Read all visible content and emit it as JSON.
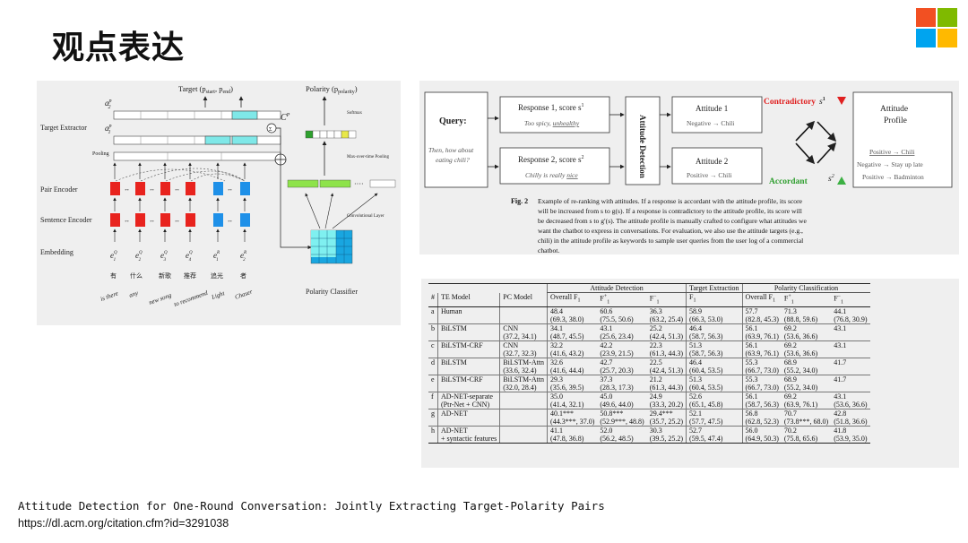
{
  "slide": {
    "title": "观点表达",
    "caption": "Attitude Detection for One-Round Conversation: Jointly Extracting Target-Polarity Pairs",
    "url": "https://dl.acm.org/citation.cfm?id=3291038"
  },
  "logo": {
    "icon": "microsoft-logo-icon",
    "colors": [
      "#f25022",
      "#7fba00",
      "#00a4ef",
      "#ffb900"
    ]
  },
  "diagram1": {
    "target_label": "Target (p",
    "target_sub1": "start",
    "target_mid": ", p",
    "target_sub2": "end",
    "target_close": ")",
    "polarity_label": "Polarity (p",
    "polarity_sub": "polarity",
    "polarity_close": ")",
    "a2": "a",
    "a1": "a",
    "cp": "C",
    "target_extractor": "Target Extractor",
    "pooling": "Pooling",
    "pair_encoder": "Pair  Encoder",
    "sentence_encoder": "Sentence Encoder",
    "embedding": "Embedding",
    "softmax": "Softmax",
    "max_pooling": "Max-over-time Pooling",
    "conv_layer": "Convolutional  Layer",
    "polarity_classifier": "Polarity Classifier",
    "emb_labels": [
      "e",
      "e",
      "e",
      "e",
      "e",
      "e"
    ],
    "emb_sups": [
      "Q",
      "Q",
      "Q",
      "Q",
      "R",
      "R"
    ],
    "emb_subs": [
      "1",
      "2",
      "3",
      "4",
      "1",
      "2"
    ],
    "zh_words": [
      "有",
      "什么",
      "新歌",
      "推荐",
      "追光",
      "者"
    ],
    "en_words": [
      "is there",
      "any",
      "new song",
      "to recommend",
      "Light",
      "Chaser"
    ],
    "colors": {
      "red": "#e8231e",
      "blue": "#1e90e8",
      "cyan": "#7fe8e8",
      "green": "#8ee34a",
      "yellow": "#e8e84a",
      "grid": "#19a6e0"
    }
  },
  "diagram2": {
    "query_label": "Query:",
    "query_text": "Then, how about eating chili?",
    "response1": "Response 1, score s",
    "response1_sup": "1",
    "response1_text_a": "Too spicy, ",
    "response1_text_b": "unhealthy",
    "response2": "Response 2, score s",
    "response2_sup": "2",
    "response2_text_a": "Chilly is really ",
    "response2_text_b": "nice",
    "attitude_detection": "Attitude Detection",
    "attitude1": "Attitude 1",
    "attitude1_text": "Negative → Chili",
    "attitude2": "Attitude 2",
    "attitude2_text": "Positive → Chili",
    "contradictory": "Contradictory",
    "contradictory_s": "s",
    "contradictory_sup": "1",
    "accordant": "Accordant",
    "accordant_s": "s",
    "accordant_sup": "2",
    "profile_title": "Attitude Profile",
    "profile_items": [
      "Positive → Chili",
      "Negative → Stay up late",
      "Positive → Badminton"
    ],
    "fig_label": "Fig. 2",
    "fig_caption": [
      "Example of re-ranking with attitudes.  If a response is accordant with the attitude profile, its score",
      "will be increased from s to g(s). If a response is contradictory to the attitude profile, its score will",
      "be decreased from s to g′(s). The attitude profile is manually crafted to configure what attitudes we",
      "want the chatbot to express in conversations. For evaluation, we also use the attitude targets (e.g.,",
      "chili) in the attitude profile as keywords to sample user queries from the user log of a commercial",
      "chatbot."
    ],
    "colors": {
      "red": "#e02020",
      "green": "#2e9e2e",
      "arrow_red": "#e02020",
      "arrow_green": "#3cb043"
    }
  },
  "table": {
    "groups": [
      "Attitude Detection",
      "Target Extraction",
      "Polarity Classification"
    ],
    "headers": [
      "#",
      "TE Model",
      "PC Model",
      "Overall F",
      "F",
      "F",
      "F",
      "Overall F",
      "F",
      "F"
    ],
    "header_subs": [
      "",
      "",
      "",
      "1",
      "",
      "",
      "1",
      "1",
      "",
      ""
    ],
    "header_sups": [
      "",
      "",
      "",
      "",
      "+",
      "−",
      "",
      "",
      "+",
      "−"
    ],
    "header_subs2": [
      "",
      "",
      "",
      "",
      "1",
      "1",
      "",
      "",
      "1",
      "1"
    ],
    "rows": [
      {
        "id": "a",
        "te": [
          "Human",
          ""
        ],
        "pc": [
          "",
          ""
        ],
        "cells": [
          [
            "48.4",
            "(69.3, 38.0)"
          ],
          [
            "60.6",
            "(75.5, 50.6)"
          ],
          [
            "36.3",
            "(63.2, 25.4)"
          ],
          [
            "58.9",
            "(66.3, 53.0)"
          ],
          [
            "57.7",
            "(82.8, 45.3)"
          ],
          [
            "71.3",
            "(88.8, 59.6)"
          ],
          [
            "44.1",
            "(76.8, 30.9)"
          ]
        ]
      },
      {
        "id": "b",
        "te": [
          "BiLSTM",
          ""
        ],
        "pc": [
          "CNN",
          "(37.2, 34.1)"
        ],
        "cells": [
          [
            "34.1",
            "(48.7, 45.5)"
          ],
          [
            "43.1",
            "(25.6, 23.4)"
          ],
          [
            "25.2",
            "(42.4, 51.3)"
          ],
          [
            "46.4",
            "(58.7, 56.3)"
          ],
          [
            "56.1",
            "(63.9, 76.1)"
          ],
          [
            "69.2",
            "(53.6, 36.6)"
          ],
          [
            "43.1",
            ""
          ]
        ]
      },
      {
        "id": "c",
        "te": [
          "BiLSTM-CRF",
          ""
        ],
        "pc": [
          "CNN",
          "(32.7, 32.3)"
        ],
        "cells": [
          [
            "32.2",
            "(41.6, 43.2)"
          ],
          [
            "42.2",
            "(23.9, 21.5)"
          ],
          [
            "22.3",
            "(61.3, 44.3)"
          ],
          [
            "51.3",
            "(58.7, 56.3)"
          ],
          [
            "56.1",
            "(63.9, 76.1)"
          ],
          [
            "69.2",
            "(53.6, 36.6)"
          ],
          [
            "43.1",
            ""
          ]
        ]
      },
      {
        "id": "d",
        "te": [
          "BiLSTM",
          ""
        ],
        "pc": [
          "BiLSTM-Attn",
          "(33.6, 32.4)"
        ],
        "cells": [
          [
            "32.6",
            "(41.6, 44.4)"
          ],
          [
            "42.7",
            "(25.7, 20.3)"
          ],
          [
            "22.5",
            "(42.4, 51.3)"
          ],
          [
            "46.4",
            "(60.4, 53.5)"
          ],
          [
            "55.3",
            "(66.7, 73.0)"
          ],
          [
            "68.9",
            "(55.2, 34.0)"
          ],
          [
            "41.7",
            ""
          ]
        ]
      },
      {
        "id": "e",
        "te": [
          "BiLSTM-CRF",
          ""
        ],
        "pc": [
          "BiLSTM-Attn",
          "(32.0, 28.4)"
        ],
        "cells": [
          [
            "29.3",
            "(35.6, 39.5)"
          ],
          [
            "37.3",
            "(28.3, 17.3)"
          ],
          [
            "21.2",
            "(61.3, 44.3)"
          ],
          [
            "51.3",
            "(60.4, 53.5)"
          ],
          [
            "55.3",
            "(66.7, 73.0)"
          ],
          [
            "68.9",
            "(55.2, 34.0)"
          ],
          [
            "41.7",
            ""
          ]
        ]
      },
      {
        "id": "f",
        "te": [
          "AD-NET-separate",
          "(Ptr-Net + CNN)"
        ],
        "pc": [
          "",
          ""
        ],
        "cells": [
          [
            "35.0",
            "(41.4, 32.1)"
          ],
          [
            "45.0",
            "(49.6, 44.0)"
          ],
          [
            "24.9",
            "(33.3, 20.2)"
          ],
          [
            "52.6",
            "(65.1, 45.8)"
          ],
          [
            "56.1",
            "(58.7, 56.3)"
          ],
          [
            "69.2",
            "(63.9, 76.1)"
          ],
          [
            "43.1",
            "(53.6, 36.6)"
          ]
        ]
      },
      {
        "id": "g",
        "te": [
          "AD-NET",
          ""
        ],
        "pc": [
          "",
          ""
        ],
        "cells": [
          [
            "40.1***",
            "(44.3***, 37.0)"
          ],
          [
            "50.8***",
            "(52.9***, 48.8)"
          ],
          [
            "29.4***",
            "(35.7, 25.2)"
          ],
          [
            "52.1",
            "(57.7, 47.5)"
          ],
          [
            "56.8",
            "(62.8, 52.3)"
          ],
          [
            "70.7",
            "(73.8***, 68.0)"
          ],
          [
            "42.8",
            "(51.8, 36.6)"
          ]
        ]
      },
      {
        "id": "h",
        "te": [
          "AD-NET",
          "+ syntactic features"
        ],
        "pc": [
          "",
          ""
        ],
        "cells": [
          [
            "41.1",
            "(47.8, 36.8)"
          ],
          [
            "52.0",
            "(56.2, 48.5)"
          ],
          [
            "30.3",
            "(39.5, 25.2)"
          ],
          [
            "52.7",
            "(59.5, 47.4)"
          ],
          [
            "56.0",
            "(64.9, 50.3)"
          ],
          [
            "70.2",
            "(75.8, 65.6)"
          ],
          [
            "41.8",
            "(53.9, 35.0)"
          ]
        ]
      }
    ],
    "bold": [
      [
        "f",
        6
      ],
      [
        "g",
        4
      ],
      [
        "g",
        5
      ],
      [
        "h",
        0
      ],
      [
        "h",
        1
      ],
      [
        "h",
        2
      ],
      [
        "h",
        3
      ]
    ]
  }
}
